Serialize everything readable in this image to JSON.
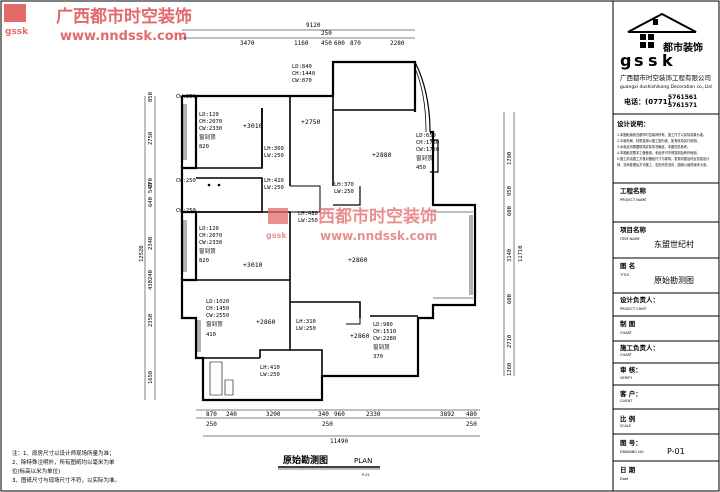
{
  "watermark": {
    "text_cn": "广西都市时空装饰",
    "url": "www.nndssk.com",
    "mid_text_cn": "西都市时空装饰",
    "mid_url": "www.nndssk.com"
  },
  "title_block": {
    "logo_letters": [
      "g",
      "s",
      "s",
      "k"
    ],
    "logo_cn": "都市装饰",
    "company_cn": "广西都市时空装饰工程有限公司",
    "company_en": "guangxi dushishikong Decoration co.,Ltd",
    "phone_label": "电话：(0771)",
    "phone_1": "5761561",
    "phone_2": "5761571",
    "notes_title": "设计说明：",
    "notes": [
      "1.本图纸版权归都市时空装饰所有，施工尺寸以实际测量为准。",
      "2.平面布局、材质选用以施工图为准，如有改动另行说明。",
      "3.水电走向根据现场实际情况确定，本图仅供参考。",
      "4.本图纸仅限本工程使用，未经许可不得复制及转作他用。",
      "5.施工前请施工方核对图纸尺寸与现场，发现问题及时反馈给设计",
      "  师，协商处理后方可施工，否则责任自负，图纸以最终版本为准。"
    ],
    "fields": [
      {
        "cn": "工程名称",
        "en": "PROJECT NAME",
        "value": ""
      },
      {
        "cn": "项目名称",
        "en": "ITEM NAME",
        "value": "东盟世纪村"
      },
      {
        "cn": "图    名",
        "en": "TITLE",
        "value": "原始勘测图"
      },
      {
        "cn": "设计负责人：",
        "en": "PROJECT CHIEF",
        "value": ""
      },
      {
        "cn": "制    图",
        "en": "CHART",
        "value": ""
      },
      {
        "cn": "施工负责人：",
        "en": "CHART",
        "value": ""
      },
      {
        "cn": "审    核：",
        "en": "VERIFY",
        "value": ""
      },
      {
        "cn": "客    户：",
        "en": "CLIENT",
        "value": ""
      },
      {
        "cn": "比    例",
        "en": "SCALE",
        "value": ""
      },
      {
        "cn": "图    号：",
        "en": "DRAWING NO.",
        "value": "P-01"
      },
      {
        "cn": "日    期",
        "en": "Date",
        "value": ""
      }
    ]
  },
  "plan": {
    "title_cn": "原始勘测图",
    "title_en": "PLAN",
    "title_sub": "P-01",
    "top_overall": "9120",
    "top_dims_1": [
      "3470",
      "1160",
      "250",
      "600",
      "870",
      "2280"
    ],
    "top_dims_small": [
      "450"
    ],
    "bottom_dims": [
      "870",
      "240",
      "3200",
      "340",
      "960",
      "2330",
      "3892",
      "480"
    ],
    "bottom_dims_2": [
      "250",
      "250",
      "250"
    ],
    "bottom_overall": "11490",
    "left_dims": [
      "850",
      "2750",
      "770",
      "640",
      "540",
      "2340",
      "240",
      "430",
      "2350",
      "1650"
    ],
    "left_overall": "12520",
    "right_dims": [
      "1790",
      "950",
      "600",
      "3140",
      "600",
      "2710",
      "1260"
    ],
    "right_overall": "11710",
    "cw_labels": [
      "CW:250",
      "CW:250",
      "CW:250"
    ],
    "rooms": [
      {
        "lines": [
          "LD:120",
          "CH:2070",
          "CW:2330",
          "窗到顶",
          "820"
        ],
        "level": "+3010"
      },
      {
        "lines": [
          "LD:120",
          "CH:2070",
          "CW:2330",
          "窗到顶",
          "820"
        ],
        "level": "+3010"
      },
      {
        "lines": [
          "LD:1020",
          "CH:1450",
          "CW:2550",
          "窗到顶",
          "410"
        ],
        "level": "+2860"
      },
      {
        "lines": [
          "LD:980",
          "CH:1510",
          "CW:2280",
          "窗到顶",
          "370"
        ],
        "level": "+2860"
      },
      {
        "lines": [
          "LD:650",
          "CH:1780",
          "CW:1750",
          "窗到顶",
          "450"
        ],
        "level": "+2880"
      }
    ],
    "top_window": [
      "LD:840",
      "CH:1440",
      "CW:870"
    ],
    "level_2750": "+2750",
    "level_2860": "+2860",
    "lh_labels": [
      [
        "LH:360",
        "LW:250"
      ],
      [
        "LH:410",
        "LW:250"
      ],
      [
        "LH:370",
        "LW:250"
      ],
      [
        "LH:480",
        "LW:250"
      ],
      [
        "LH:310",
        "LW:250"
      ],
      [
        "LH:410",
        "LW:250"
      ]
    ]
  },
  "notes_bottom": [
    "注：1、原房尺寸以设计师现场所量为准；",
    "    2、除特殊注明外，所有图纸均以毫米为单",
    "       位(标高以米为单位)",
    "    3、图纸尺寸与现场尺寸不符，以实际为准。"
  ]
}
